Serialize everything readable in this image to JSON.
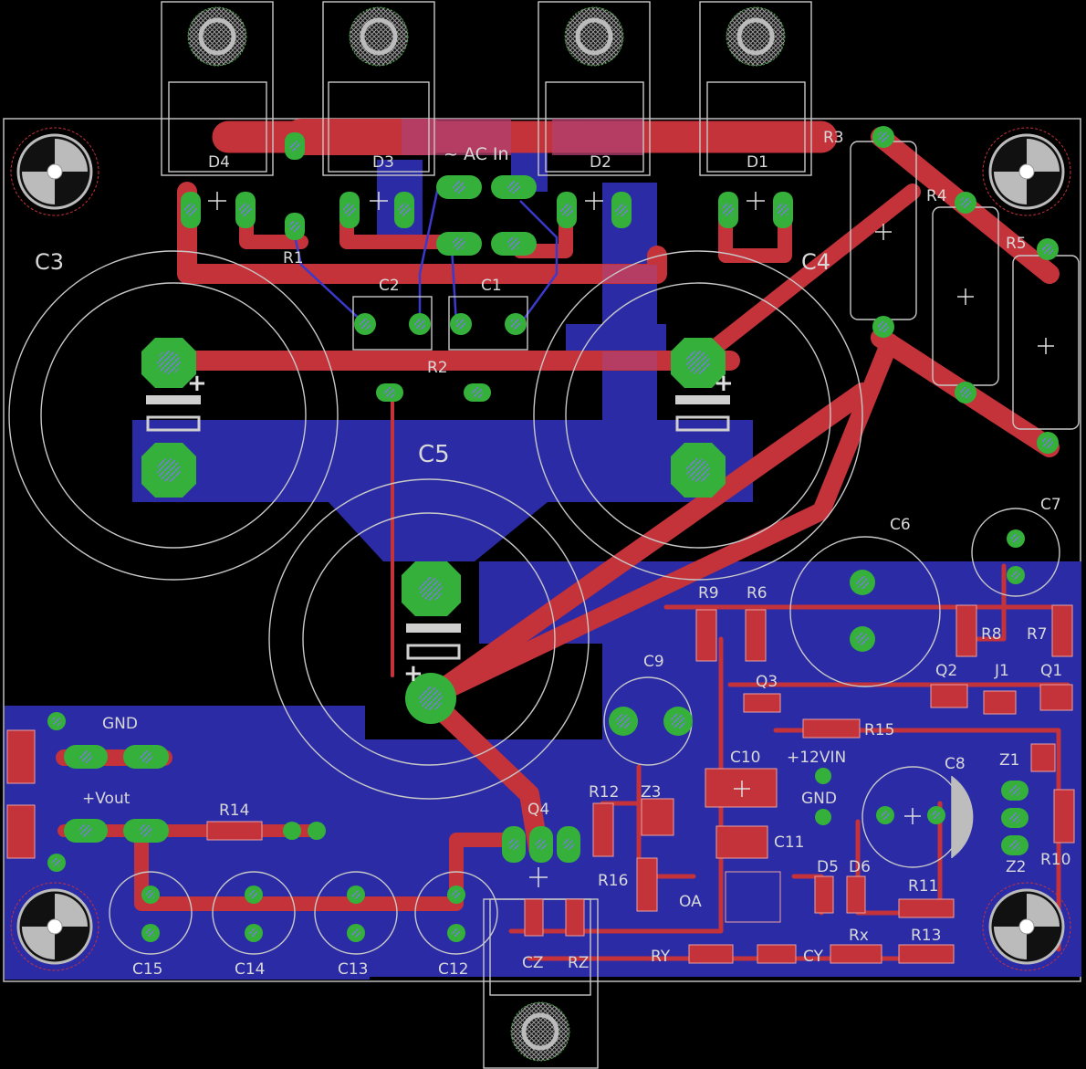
{
  "colors": {
    "background": "#000000",
    "top_copper": "#c4323a",
    "bottom_copper": "#2b2ba6",
    "pad": "#35b03a",
    "silk": "#d8d8d8",
    "outline": "#bdbdbd"
  },
  "labels": {
    "D4": "D4",
    "D3": "D3",
    "D2": "D2",
    "D1": "D1",
    "AC_IN": "~ AC In",
    "R1": "R1",
    "R2": "R2",
    "R3": "R3",
    "R4": "R4",
    "R5": "R5",
    "R6": "R6",
    "R7": "R7",
    "R8": "R8",
    "R9": "R9",
    "R10": "R10",
    "R11": "R11",
    "R12": "R12",
    "R13": "R13",
    "R14": "R14",
    "R15": "R15",
    "R16": "R16",
    "C1": "C1",
    "C2": "C2",
    "C3": "C3",
    "C4": "C4",
    "C5": "C5",
    "C6": "C6",
    "C7": "C7",
    "C8": "C8",
    "C9": "C9",
    "C10": "C10",
    "C11": "C11",
    "C12": "C12",
    "C13": "C13",
    "C14": "C14",
    "C15": "C15",
    "Q1": "Q1",
    "Q2": "Q2",
    "Q3": "Q3",
    "Q4": "Q4",
    "J1": "J1",
    "Z1": "Z1",
    "Z2": "Z2",
    "Z3": "Z3",
    "D5": "D5",
    "D6": "D6",
    "GND": "GND",
    "VOUT": "+Vout",
    "V12IN": "+12VIN",
    "GND2": "GND",
    "OA": "OA",
    "RY": "RY",
    "CY": "CY",
    "RX": "Rx",
    "CZ": "CZ",
    "RZ": "RZ"
  }
}
